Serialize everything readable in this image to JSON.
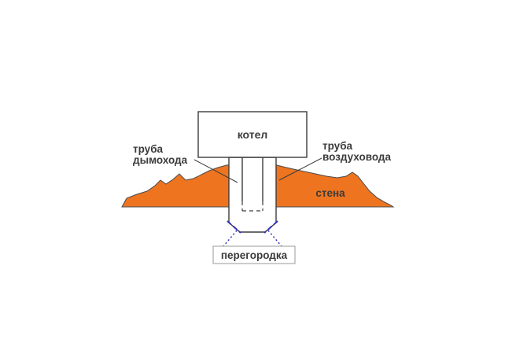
{
  "diagram": {
    "labels": {
      "boiler": "котел",
      "chimney_line1": "труба",
      "chimney_line2": "дымохода",
      "air_duct_line1": "труба",
      "air_duct_line2": "воздуховода",
      "wall": "стена",
      "partition": "перегородка"
    },
    "colors": {
      "wall_fill": "#ee7420",
      "outline": "#3c3c3c",
      "wall_stroke": "#4a4a4a",
      "partition_accent": "#2e2ec0",
      "text": "#3b3b3b",
      "box_stroke": "#9a9a9a"
    }
  }
}
